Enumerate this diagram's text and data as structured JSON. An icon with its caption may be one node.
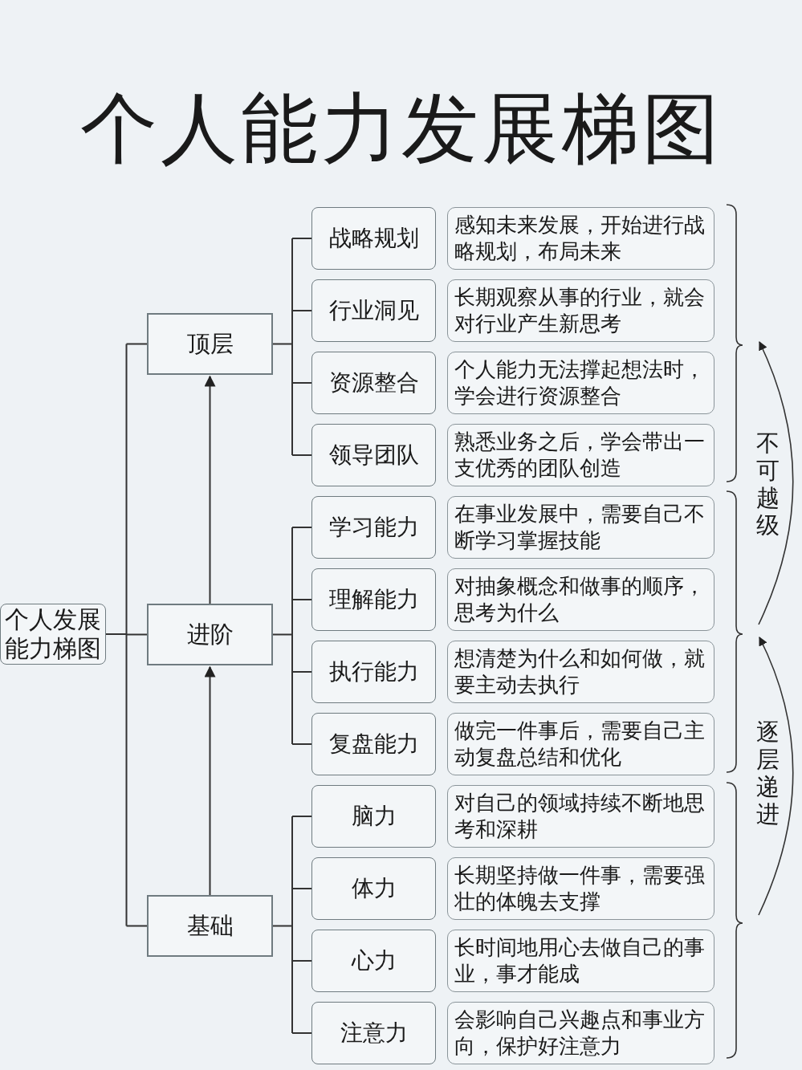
{
  "diagram": {
    "title": "个人能力发展梯图",
    "nodes": [
      {
        "text": [
          "个人发展能力梯图"
        ]
      },
      {
        "text": [
          "顶层"
        ]
      },
      {
        "text": [
          "进阶"
        ]
      },
      {
        "text": [
          "基础"
        ]
      },
      {
        "text": [
          "战略规划"
        ]
      },
      {
        "text": [
          "感知未来发展，开始进行战略规划，布局未来"
        ]
      },
      {
        "text": [
          "行业洞见"
        ]
      },
      {
        "text": [
          "长期观察从事的行业，就会对行业产生新思考"
        ]
      },
      {
        "text": [
          "资源整合"
        ]
      },
      {
        "text": [
          "个人能力无法撑起想法时，学会进行资源整合"
        ]
      },
      {
        "text": [
          "领导团队"
        ]
      },
      {
        "text": [
          "熟悉业务之后，学会带出一支优秀的团队创造"
        ]
      },
      {
        "text": [
          "学习能力"
        ]
      },
      {
        "text": [
          "在事业发展中，需要自己不断学习掌握技能"
        ]
      },
      {
        "text": [
          "理解能力"
        ]
      },
      {
        "text": [
          "对抽象概念和做事的顺序，思考为什么"
        ]
      },
      {
        "text": [
          "执行能力"
        ]
      },
      {
        "text": [
          "想清楚为什么和如何做，就要主动去执行"
        ]
      },
      {
        "text": [
          "复盘能力"
        ]
      },
      {
        "text": [
          "做完一件事后，需要自己主动复盘总结和优化"
        ]
      },
      {
        "text": [
          "脑力"
        ]
      },
      {
        "text": [
          "对自己的领域持续不断地思考和深耕"
        ]
      },
      {
        "text": [
          "体力"
        ]
      },
      {
        "text": [
          "长期坚持做一件事，需要强壮的体魄去支撑"
        ]
      },
      {
        "text": [
          "心力"
        ]
      },
      {
        "text": [
          "长时间地用心去做自己的事业，事才能成"
        ]
      },
      {
        "text": [
          "注意力"
        ]
      },
      {
        "text": [
          "会影响自己兴趣点和事业方向，保护好注意力"
        ]
      }
    ],
    "edges": [
      {
        "from": 0,
        "to": 1,
        "arrow": "none"
      },
      {
        "from": 0,
        "to": 2,
        "arrow": "none"
      },
      {
        "from": 0,
        "to": 3,
        "arrow": "none"
      },
      {
        "from": 1,
        "to": 4,
        "arrow": "none"
      },
      {
        "from": 1,
        "to": 6,
        "arrow": "none"
      },
      {
        "from": 1,
        "to": 8,
        "arrow": "none"
      },
      {
        "from": 1,
        "to": 10,
        "arrow": "none"
      },
      {
        "from": 2,
        "to": 12,
        "arrow": "none"
      },
      {
        "from": 2,
        "to": 14,
        "arrow": "none"
      },
      {
        "from": 2,
        "to": 16,
        "arrow": "none"
      },
      {
        "from": 2,
        "to": 18,
        "arrow": "none"
      },
      {
        "from": 3,
        "to": 20,
        "arrow": "none"
      },
      {
        "from": 3,
        "to": 22,
        "arrow": "none"
      },
      {
        "from": 3,
        "to": 24,
        "arrow": "none"
      },
      {
        "from": 3,
        "to": 26,
        "arrow": "none"
      },
      {
        "from": 3,
        "to": 2,
        "arrow": "to"
      },
      {
        "from": 2,
        "to": 1,
        "arrow": "to"
      }
    ],
    "labels": [
      "不可越级",
      "逐层递进"
    ]
  }
}
